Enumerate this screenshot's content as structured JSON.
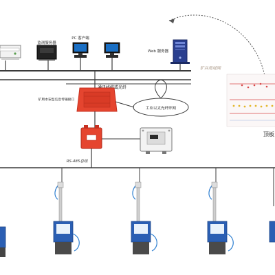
{
  "labels": {
    "monitor_server": "监测服务器",
    "pc_client": "PC 客户端",
    "web_server": "Web 服务器",
    "mine_lan": "矿井局域网",
    "comm_fiber": "通讯线缆或光纤",
    "mine_station": "矿用本安型信息传输接口",
    "ring_network": "工业以太光纤环网",
    "rs485_bus": "RS-485总线",
    "roof_label": "顶板"
  },
  "colors": {
    "line": "#3b3b3b",
    "interface_red": "#e5452f",
    "interface_red_dark": "#c73020",
    "server_blue": "#2a3f8f",
    "screen_blue": "#1a6fc4",
    "sensor_blue": "#2b5fb3",
    "cable_blue": "#2e7fd1",
    "chart_red": "#d84a4a",
    "chart_yellow": "#e3b62a"
  },
  "icons": {
    "server": "tower-server-icon",
    "pc": "desktop-pc-icon",
    "interface": "transmission-interface-icon",
    "power_box": "power-supply-box-icon",
    "sensor": "roof-pressure-sensor-icon"
  }
}
